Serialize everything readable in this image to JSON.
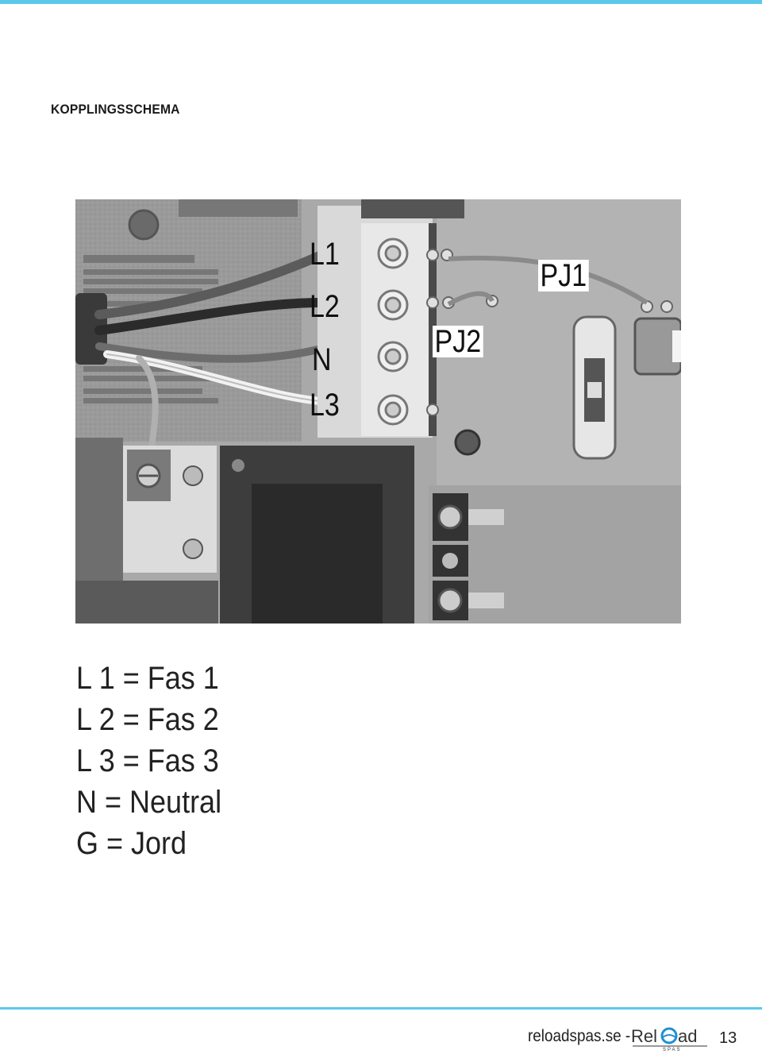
{
  "header": {
    "section_title": "KOPPLINGSSCHEMA"
  },
  "figure": {
    "terminal_labels": [
      "L1",
      "L2",
      "N",
      "L3"
    ],
    "connector_labels": {
      "pj2": "PJ2",
      "pj1": "PJ1"
    }
  },
  "legend": [
    "L 1 = Fas 1",
    "L 2 = Fas 2",
    "L 3 = Fas 3",
    "N = Neutral",
    "G = Jord"
  ],
  "footer": {
    "site": "reloadspas.se -",
    "logo_text": "RelOad",
    "logo_subtext": "SPAS",
    "page_number": "13"
  },
  "colors": {
    "accent_rule": "#5cc8ec",
    "logo_blue": "#1e8fd6"
  }
}
